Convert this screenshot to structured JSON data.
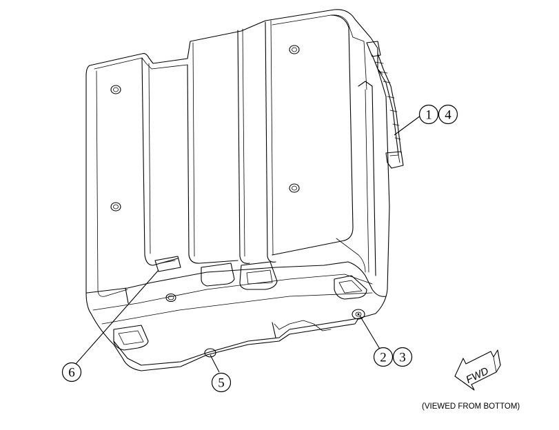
{
  "callouts": [
    {
      "id": "1",
      "label": "1"
    },
    {
      "id": "4",
      "label": "4"
    },
    {
      "id": "2",
      "label": "2"
    },
    {
      "id": "3",
      "label": "3"
    },
    {
      "id": "5",
      "label": "5"
    },
    {
      "id": "6",
      "label": "6"
    }
  ],
  "fwd_label": "FWD",
  "caption": "(VIEWED FROM BOTTOM)"
}
